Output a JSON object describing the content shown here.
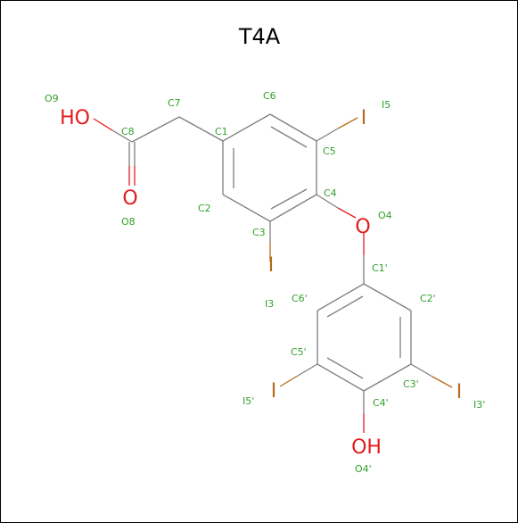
{
  "title": "T4A",
  "atoms": {
    "O9": "HO",
    "O8": "O",
    "O4": "O",
    "O4p": "OH",
    "I5": "I",
    "I3": "I",
    "I5p": "I",
    "I3p": "I"
  },
  "labels": {
    "O9": "O9",
    "C7": "C7",
    "C6": "C6",
    "I5": "I5",
    "C8": "C8",
    "C1": "C1",
    "C5": "C5",
    "C4": "C4",
    "O4": "O4",
    "C2": "C2",
    "C3": "C3",
    "O8": "O8",
    "C1p": "C1'",
    "I3": "I3",
    "C6p": "C6'",
    "C2p": "C2'",
    "C5p": "C5'",
    "C3p": "C3'",
    "I5p": "I5'",
    "C4p": "C4'",
    "I3p": "I3'",
    "O4p": "O4'"
  },
  "colors": {
    "oxygen": "#e41a1c",
    "iodine": "#b66a1a",
    "label": "#33a02c",
    "bond": "#7f7f7f"
  }
}
